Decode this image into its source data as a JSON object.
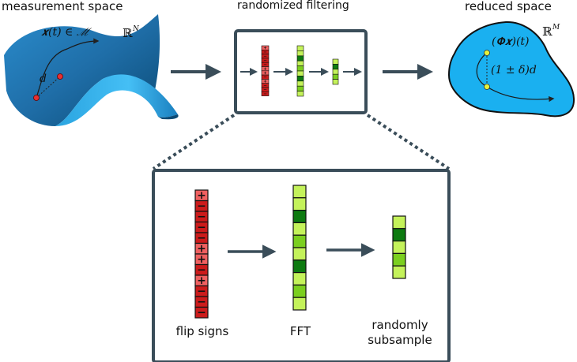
{
  "titles": {
    "measurement": "measurement space",
    "filtering": "randomized filtering",
    "reduced": "reduced space"
  },
  "left": {
    "curve": "𝒙(t) ∈ ℳ",
    "dist": "d",
    "space": "ℝ",
    "space_exp": "N"
  },
  "right": {
    "curve": "(𝚽𝒙)(t)",
    "dist": "(1 ± δ)d",
    "space": "ℝ",
    "space_exp": "M"
  },
  "steps": {
    "flip": "flip signs",
    "fft": "FFT",
    "subsample_line1": "randomly",
    "subsample_line2": "subsample"
  },
  "colors": {
    "frame": "#3a4d59",
    "arrow": "#3a4d59",
    "surface_dark": "#0d5a8a",
    "surface_light": "#3ab3ee",
    "reduced_fill": "#1ab0f0",
    "red_dark": "#cc1b1b",
    "red_light": "#f06060",
    "green_dark": "#0d7a10",
    "green_mid": "#7bcf1f",
    "green_light": "#c4f25a"
  },
  "icons": {
    "plus": "plus-icon",
    "minus": "minus-icon"
  },
  "vectors": {
    "flip_signs": [
      "+",
      "-",
      "-",
      "-",
      "-",
      "+",
      "+",
      "-",
      "+",
      "-",
      "-",
      "-"
    ],
    "fft": [
      "light",
      "light",
      "dark",
      "light",
      "mid",
      "light",
      "dark",
      "light",
      "mid",
      "light"
    ],
    "subsample": [
      "light",
      "dark",
      "light",
      "mid",
      "light"
    ]
  }
}
